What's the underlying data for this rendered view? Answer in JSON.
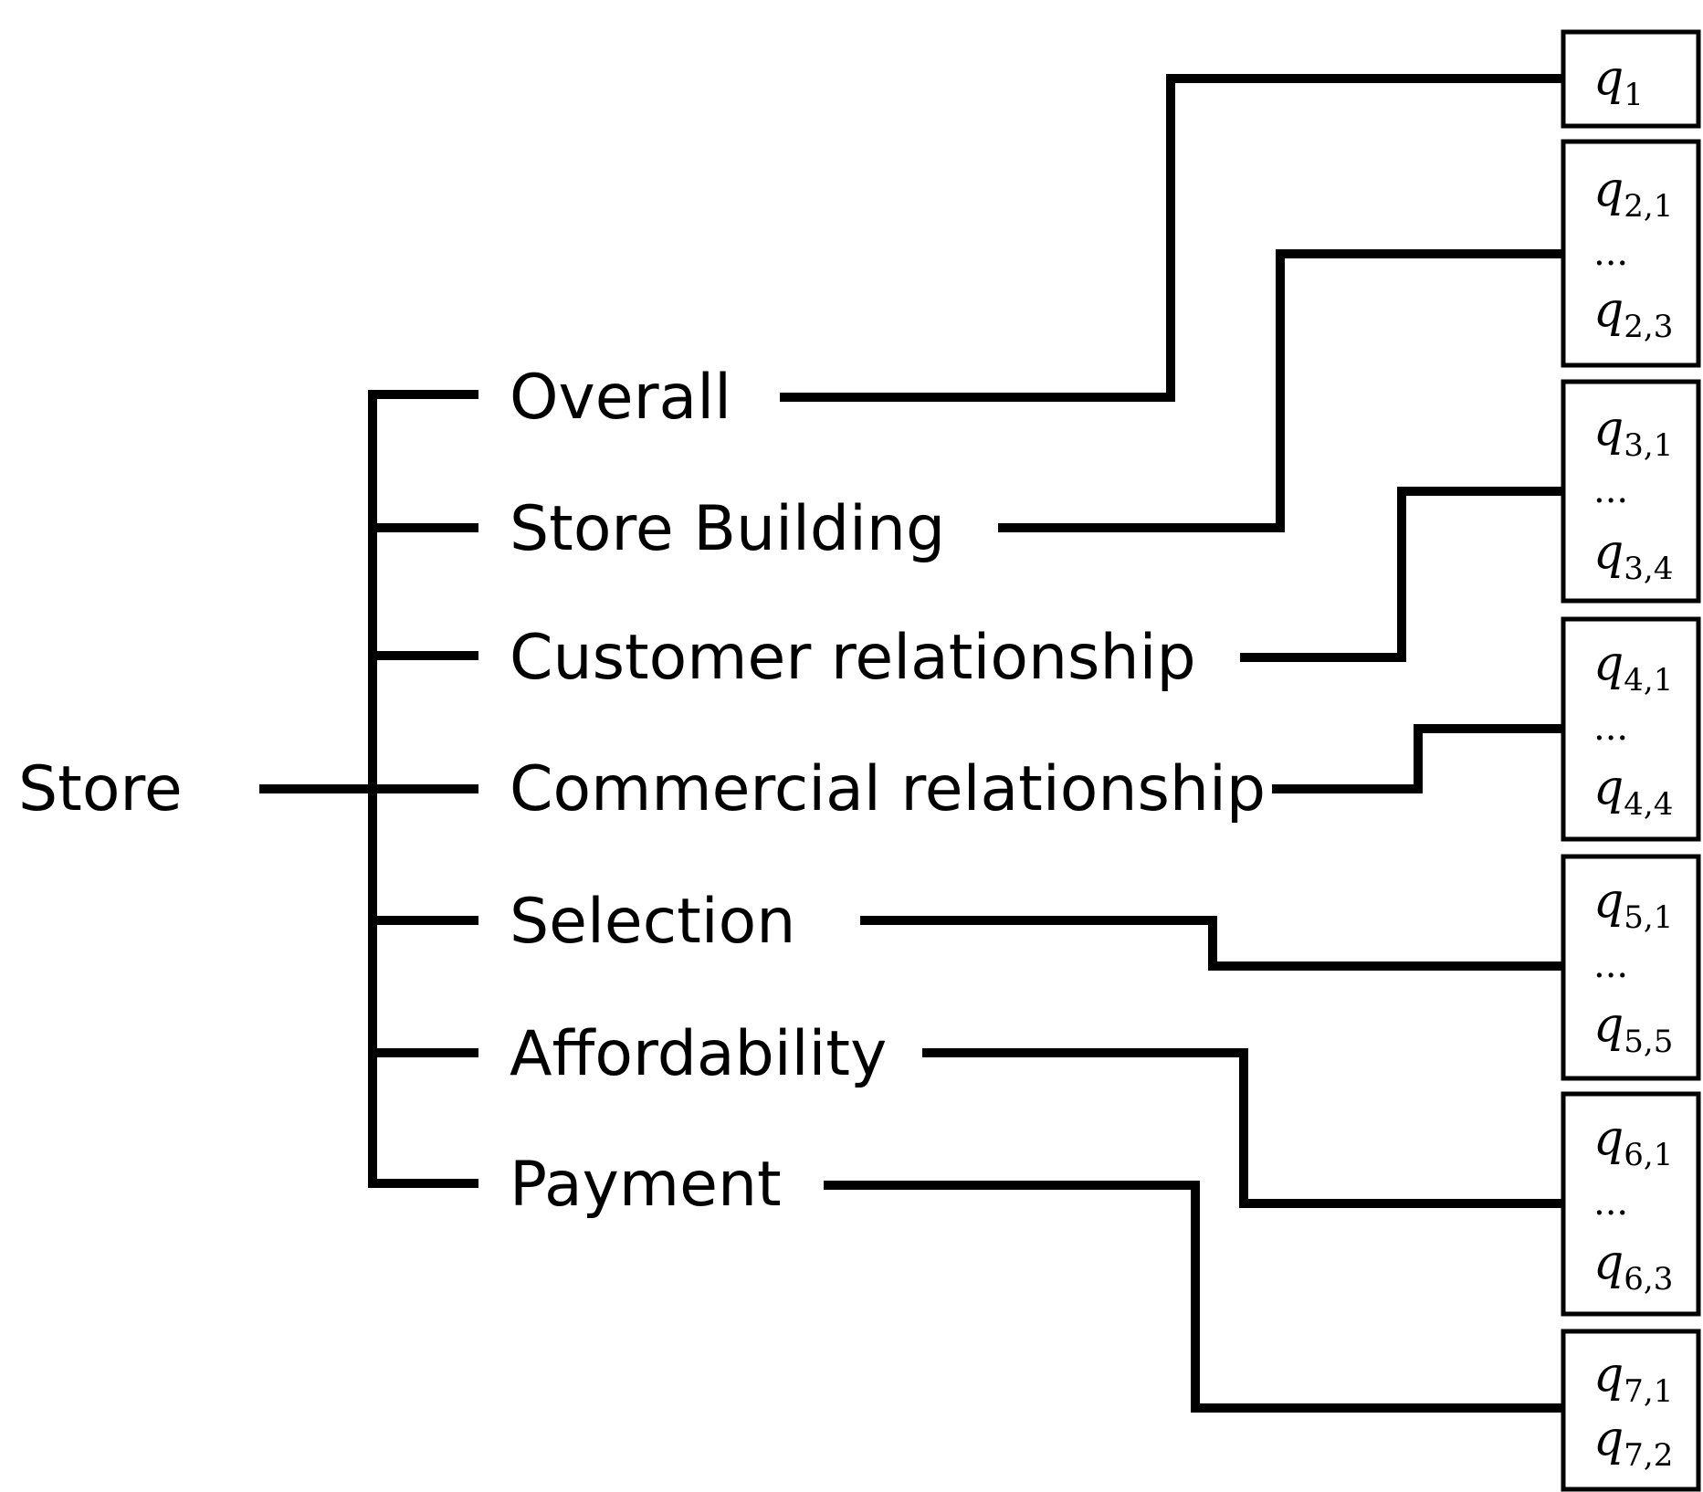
{
  "root": {
    "label": "Store"
  },
  "categories": [
    {
      "label": "Overall",
      "questions": [
        {
          "base": "q",
          "sub": "1"
        }
      ]
    },
    {
      "label": "Store Building",
      "questions": [
        {
          "base": "q",
          "sub": "2,1"
        },
        {
          "text": "..."
        },
        {
          "base": "q",
          "sub": "2,3"
        }
      ]
    },
    {
      "label": "Customer relationship",
      "questions": [
        {
          "base": "q",
          "sub": "3,1"
        },
        {
          "text": "..."
        },
        {
          "base": "q",
          "sub": "3,4"
        }
      ]
    },
    {
      "label": "Commercial relationship",
      "questions": [
        {
          "base": "q",
          "sub": "4,1"
        },
        {
          "text": "..."
        },
        {
          "base": "q",
          "sub": "4,4"
        }
      ]
    },
    {
      "label": "Selection",
      "questions": [
        {
          "base": "q",
          "sub": "5,1"
        },
        {
          "text": "..."
        },
        {
          "base": "q",
          "sub": "5,5"
        }
      ]
    },
    {
      "label": "Affordability",
      "questions": [
        {
          "base": "q",
          "sub": "6,1"
        },
        {
          "text": "..."
        },
        {
          "base": "q",
          "sub": "6,3"
        }
      ]
    },
    {
      "label": "Payment",
      "questions": [
        {
          "base": "q",
          "sub": "7,1"
        },
        {
          "base": "q",
          "sub": "7,2"
        }
      ]
    }
  ]
}
